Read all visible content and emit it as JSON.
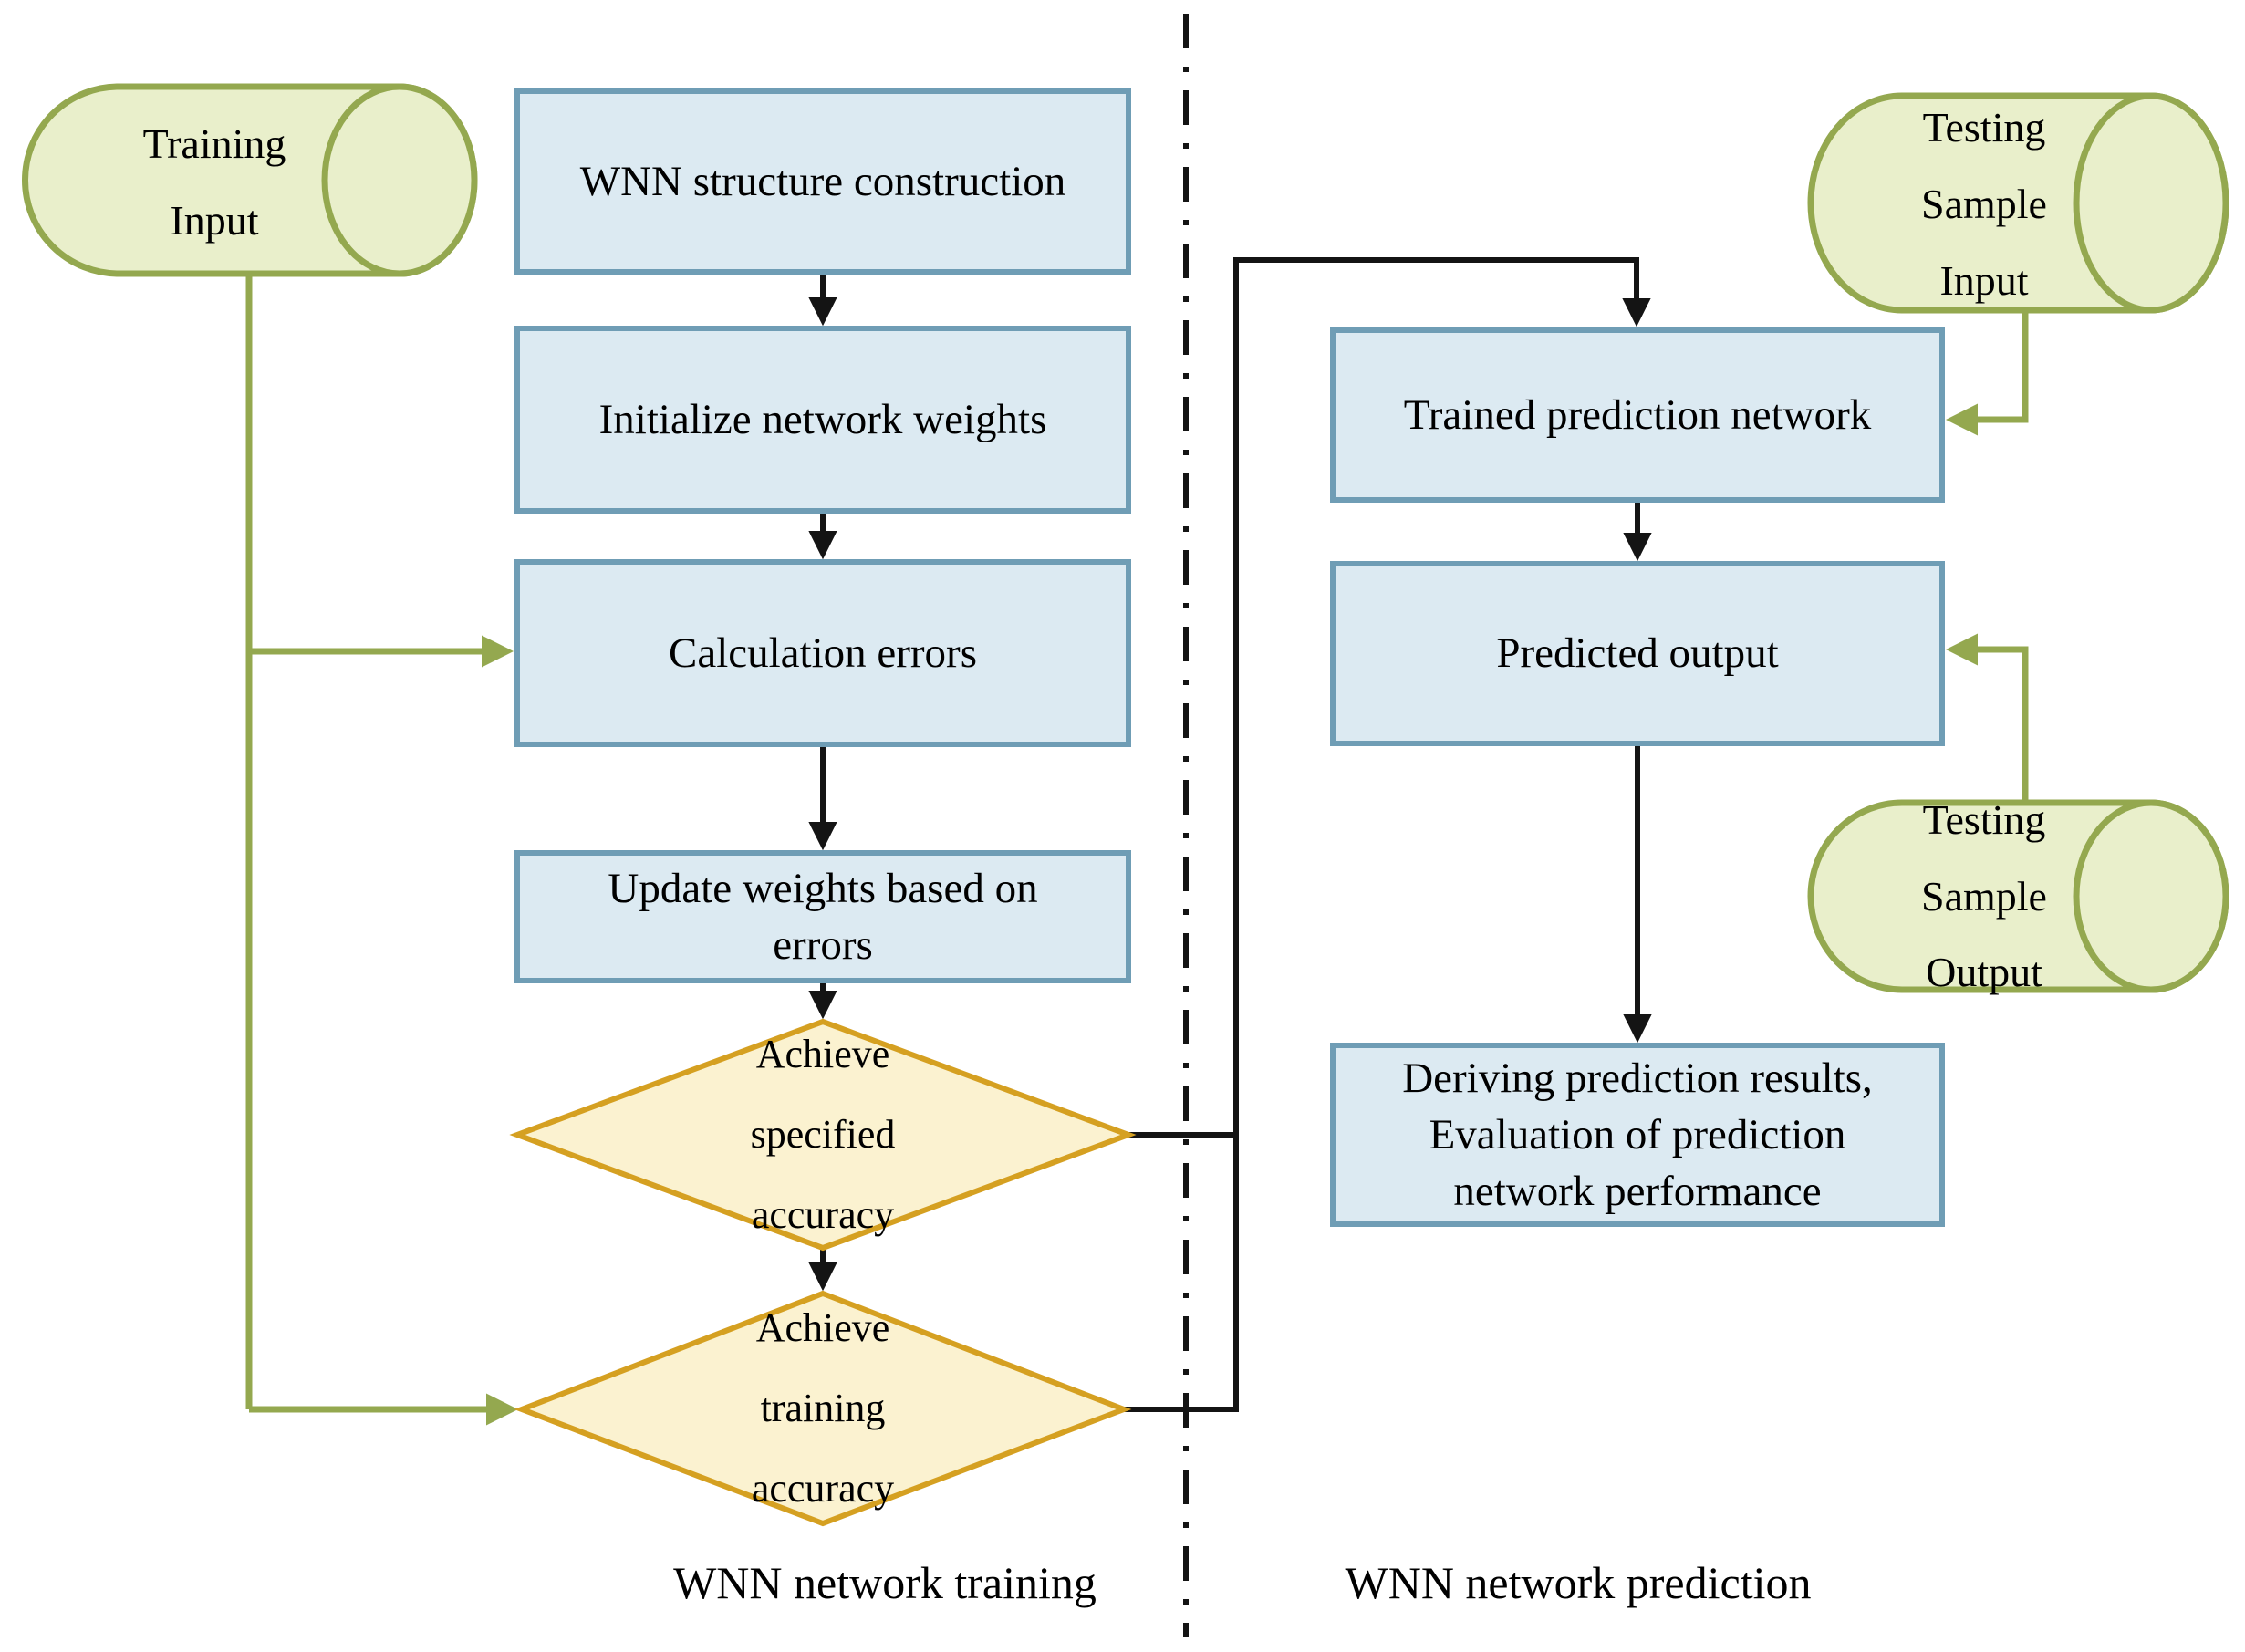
{
  "colors": {
    "box_fill": "#dceaf2",
    "box_border": "#6f9db5",
    "cylinder_fill": "#e9efcb",
    "cylinder_border": "#94a84f",
    "diamond_fill": "#fbf2d0",
    "diamond_border": "#d5a021",
    "line_black": "#141414"
  },
  "training": {
    "section_label": "WNN network training",
    "input_cylinder": "Training\nInput",
    "steps": [
      "WNN structure construction",
      "Initialize network weights",
      "Calculation errors",
      "Update weights based on\nerrors"
    ],
    "decision1": "Achieve\nspecified\naccuracy",
    "decision2": "Achieve\ntraining\naccuracy"
  },
  "prediction": {
    "section_label": "WNN network prediction",
    "input_cylinder": "Testing\nSample\nInput",
    "output_cylinder": "Testing\nSample\nOutput",
    "steps": [
      "Trained prediction network",
      "Predicted output",
      "Deriving prediction results,\nEvaluation of prediction\nnetwork performance"
    ]
  }
}
